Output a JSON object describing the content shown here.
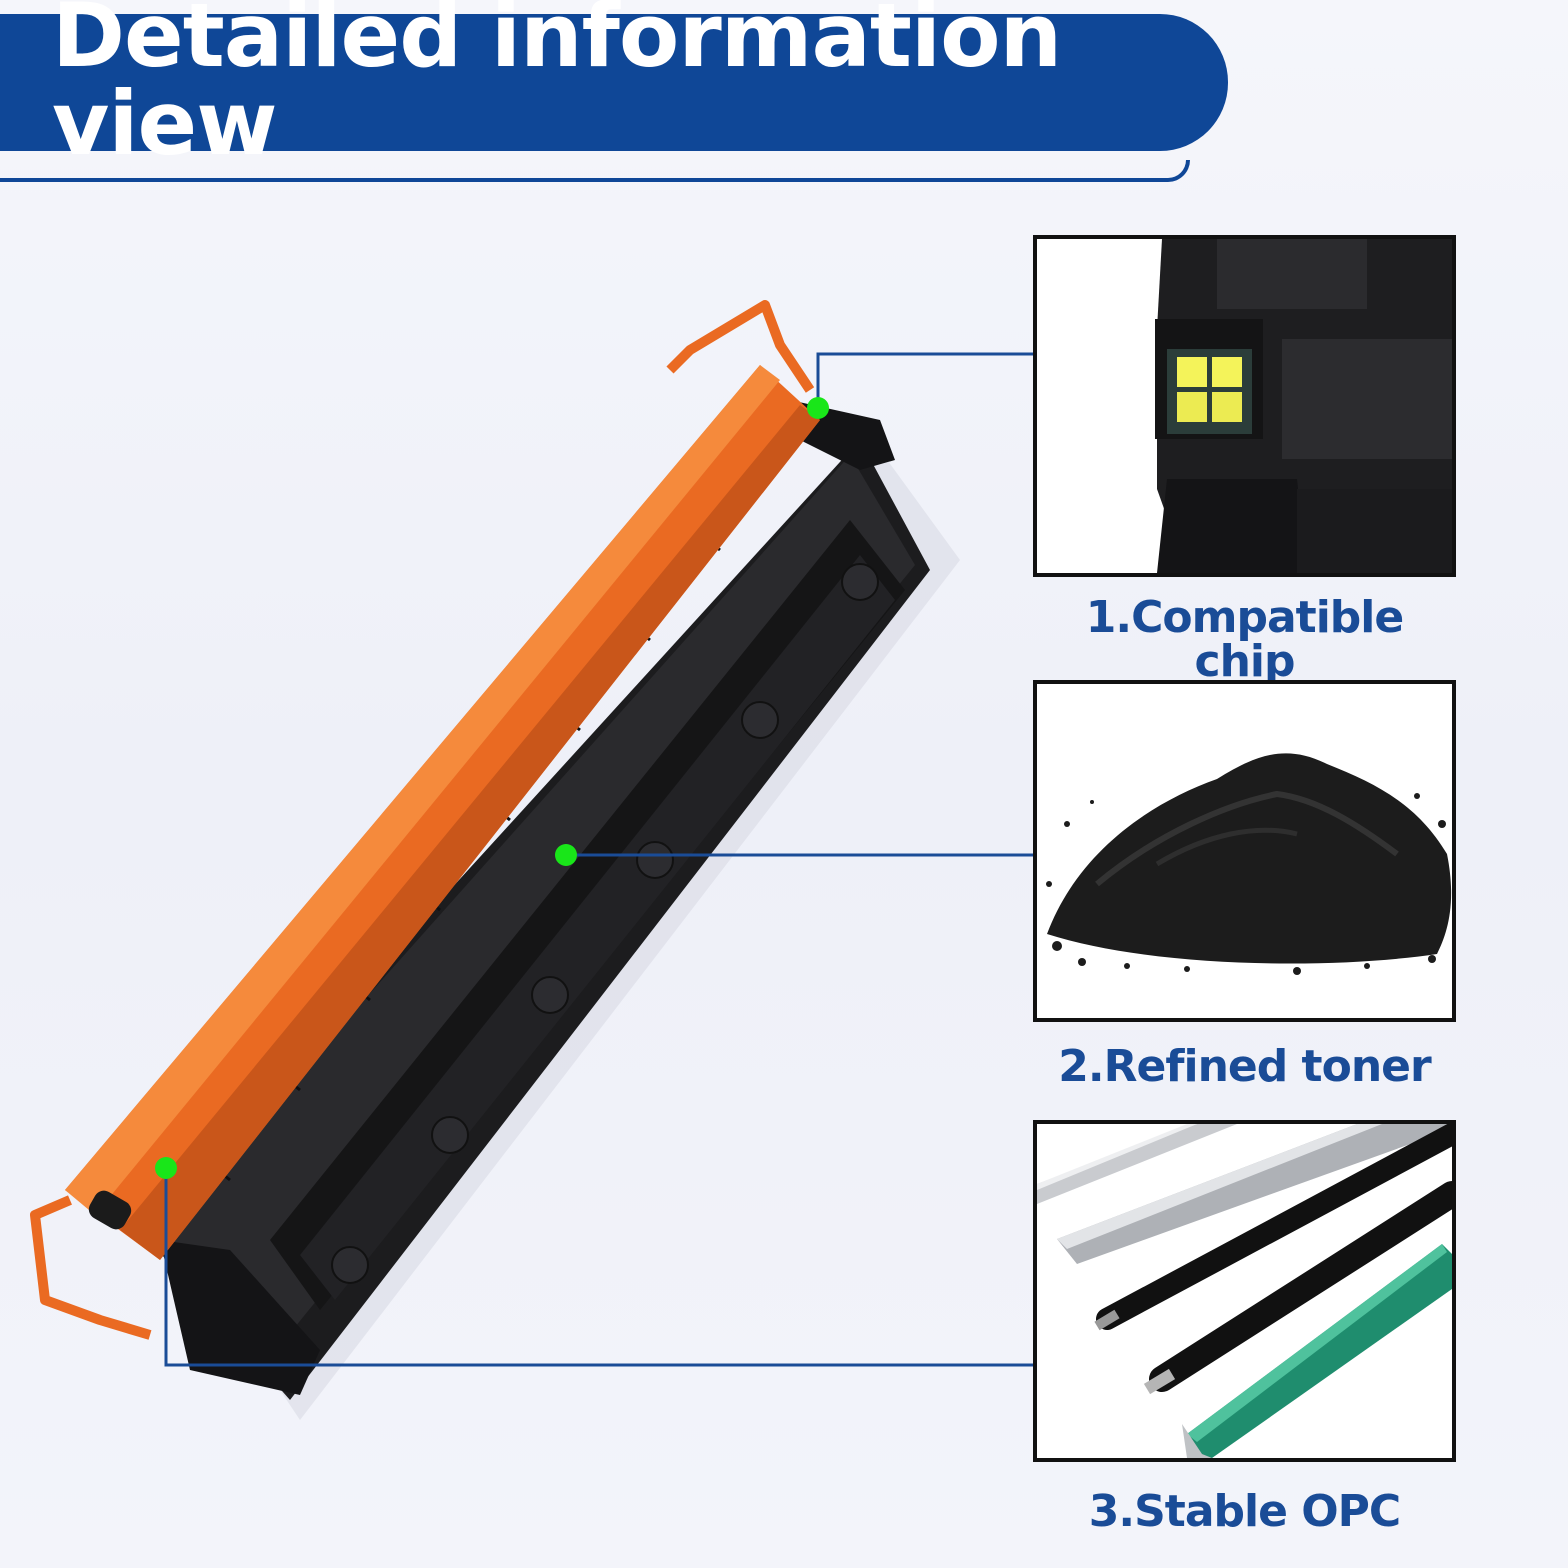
{
  "banner": {
    "title": "Detailed information view"
  },
  "features": [
    {
      "label": "1.Compatible chip",
      "icon": "chip-icon"
    },
    {
      "label": "2.Refined toner",
      "icon": "toner-powder-icon"
    },
    {
      "label": "3.Stable OPC",
      "icon": "opc-drum-icon"
    }
  ],
  "colors": {
    "brand_blue": "#0f4797",
    "caption_blue": "#1a4c97",
    "marker_green": "#19e619",
    "cartridge_orange": "#ea6a22"
  }
}
